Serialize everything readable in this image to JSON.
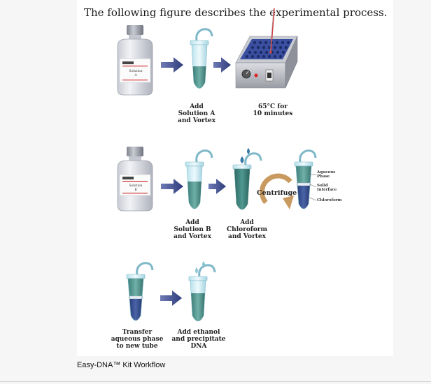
{
  "figure": {
    "title": "The following figure describes the experimental process.",
    "steps": {
      "add_solution_a": "Add\nSolution A\nand Vortex",
      "incubate": "65°C for\n10 minutes",
      "add_solution_b": "Add\nSolution B\nand Vortex",
      "add_chloroform": "Add\nChloroform\nand Vortex",
      "transfer": "Transfer\naqueous phase\nto new tube",
      "add_ethanol": "Add ethanol\nand precipitate\nDNA"
    },
    "centrifuge_label": "Centrifuge",
    "phase_labels": {
      "aqueous": "Aqueous\nPhase",
      "interface": "Solid\nInterface",
      "chloroform": "Chloroform"
    },
    "bottle_labels": {
      "solution_a": "Solution\nA",
      "solution_b": "Solution\nB"
    }
  },
  "caption": "Easy-DNA™ Kit Workflow",
  "colors": {
    "arrow": "#3c4a8c",
    "liquid": "#4f8f8a",
    "heat_block": "#3a4fa0",
    "centrifuge_arrow": "#c99a60"
  }
}
